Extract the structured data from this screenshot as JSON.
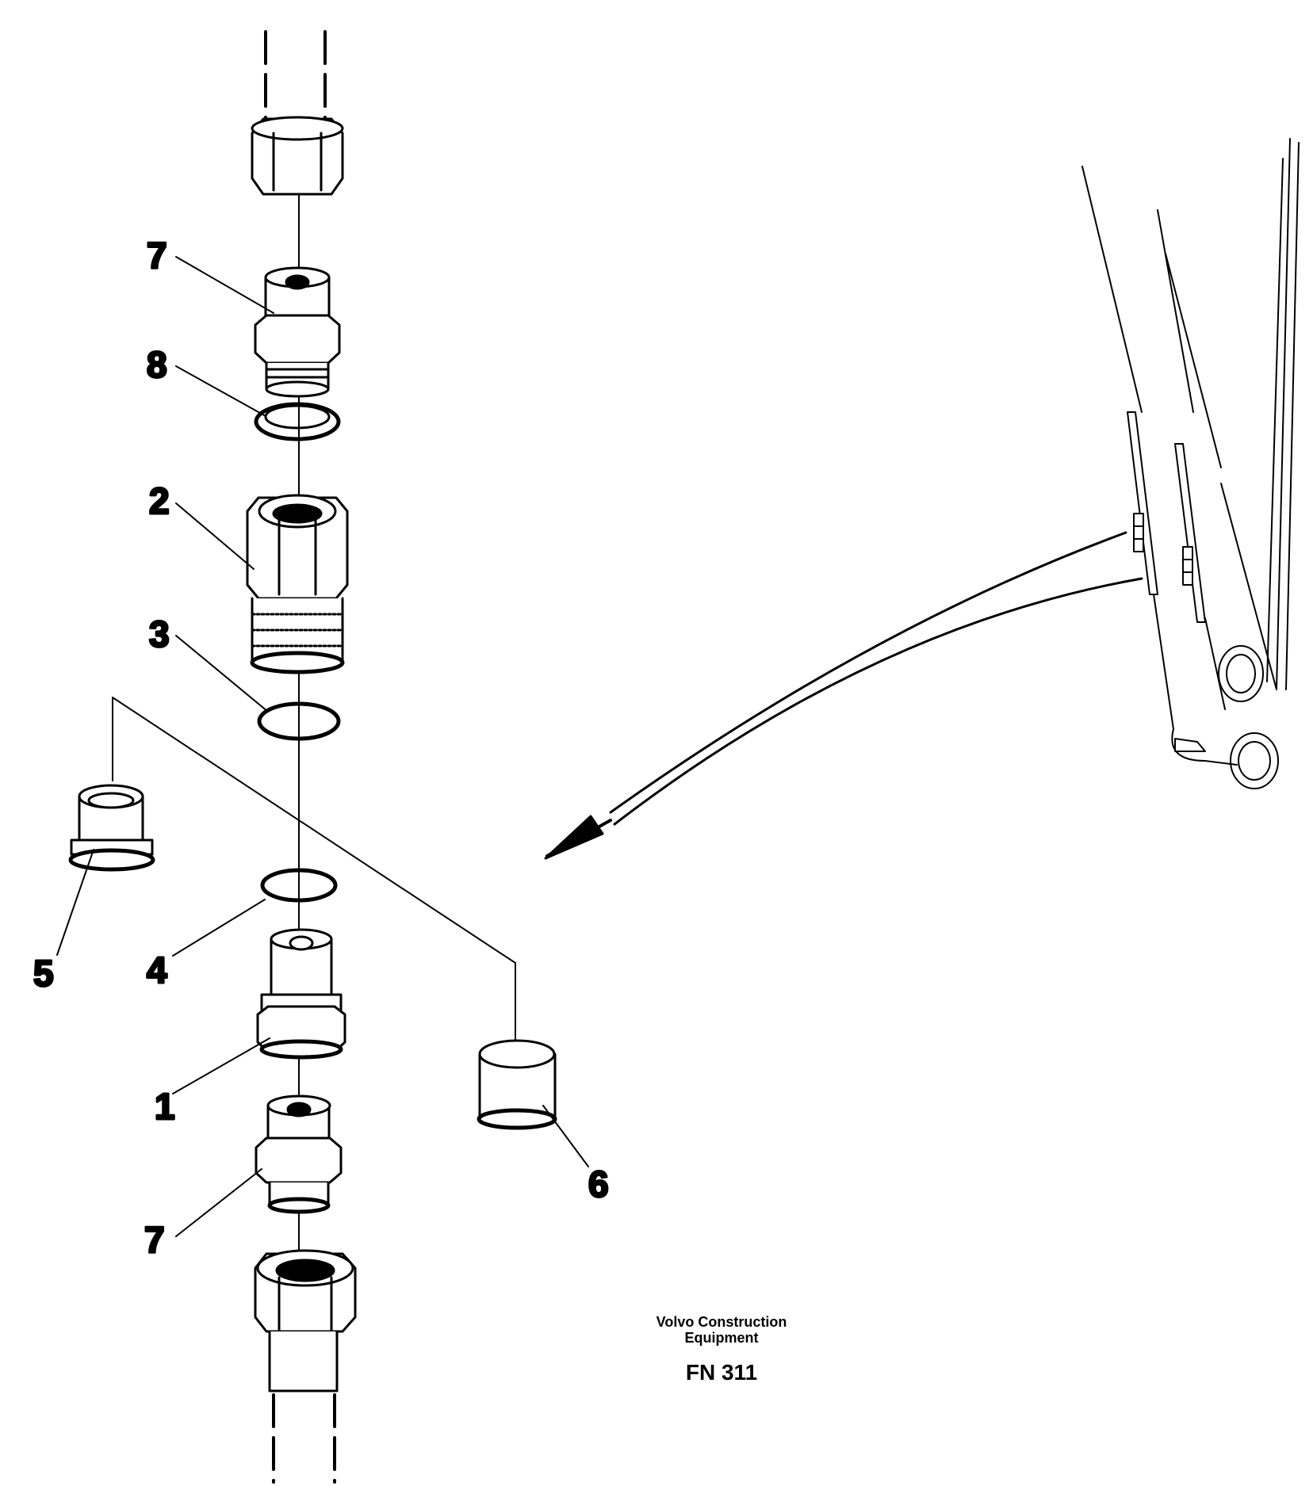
{
  "callouts": {
    "c7_top": "7",
    "c8": "8",
    "c2": "2",
    "c3": "3",
    "c5": "5",
    "c4": "4",
    "c1": "1",
    "c7_bottom": "7",
    "c6": "6"
  },
  "caption": {
    "company_line1": "Volvo Construction",
    "company_line2": "Equipment",
    "code": "FN 311"
  }
}
